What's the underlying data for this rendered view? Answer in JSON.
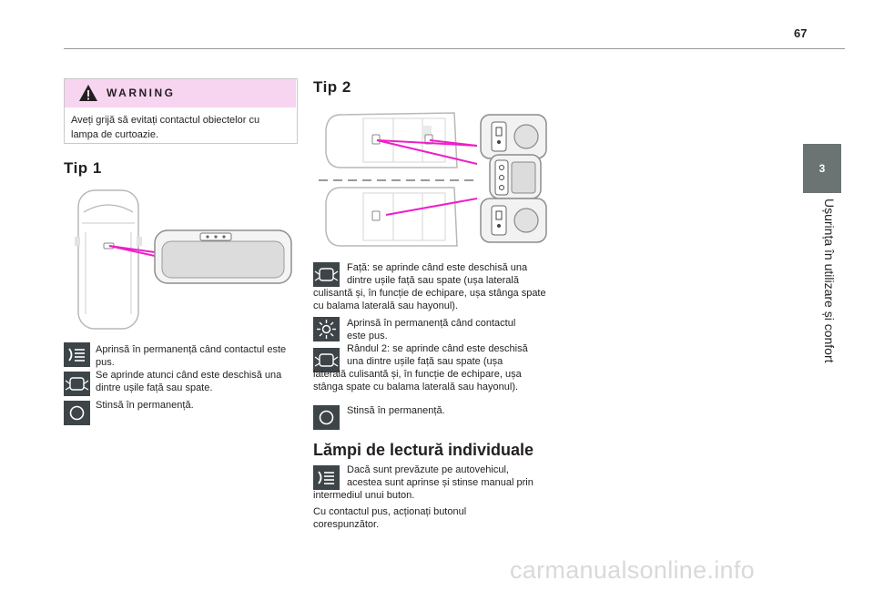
{
  "page": {
    "number": "67"
  },
  "side_tab": {
    "number": "3",
    "title": "Ușurința în utilizare și confort"
  },
  "warning": {
    "label": "WARNING",
    "text": "Aveți grijă să evitați contactul obiectelor cu lampa de curtoazie."
  },
  "tip1": {
    "heading": "Tip 1",
    "items": [
      {
        "icon": "light-on-icon",
        "text": "Aprinsă în permanență când contactul este pus."
      },
      {
        "icon": "door-open-icon",
        "text": "Se aprinde atunci când este deschisă una dintre ușile față sau spate."
      },
      {
        "icon": "light-off-icon",
        "text": "Stinsă în permanență."
      }
    ]
  },
  "tip2": {
    "heading": "Tip 2",
    "items": [
      {
        "icon": "door-open-icon",
        "line1": "Față: se aprinde când este deschisă una",
        "line2": "dintre ușile față sau spate (ușa laterală",
        "rest": "culisantă și, în funcție de echipare, ușa stânga spate cu balama laterală sau hayonul)."
      },
      {
        "icon": "sun-icon",
        "line1": "Aprinsă în permanență când contactul",
        "line2": "este pus."
      },
      {
        "icon": "door-open-icon",
        "line1": "Rândul 2: se aprinde când este deschisă",
        "line2": "una dintre ușile față sau spate (ușa",
        "rest": "laterală culisantă și, în funcție de echipare, ușa stânga spate cu balama laterală sau hayonul)."
      },
      {
        "icon": "light-off-icon",
        "line1": "Stinsă în permanență."
      }
    ]
  },
  "reading_lamps": {
    "heading": "Lămpi de lectură individuale",
    "icon": "light-on-icon",
    "line1": "Dacă sunt prevăzute pe autovehicul,",
    "line2": "acestea sunt aprinse și stinse manual prin",
    "rest1": "intermediul unui buton.",
    "rest2": "Cu contactul pus, acționați butonul corespunzător."
  },
  "footer": {
    "watermark": "carmanualsonline.info"
  },
  "colors": {
    "accent_magenta": "#ee1fc8",
    "warning_band": "#f7d4f0",
    "icon_bg": "#3d4548",
    "side_tab": "#6b7473"
  }
}
